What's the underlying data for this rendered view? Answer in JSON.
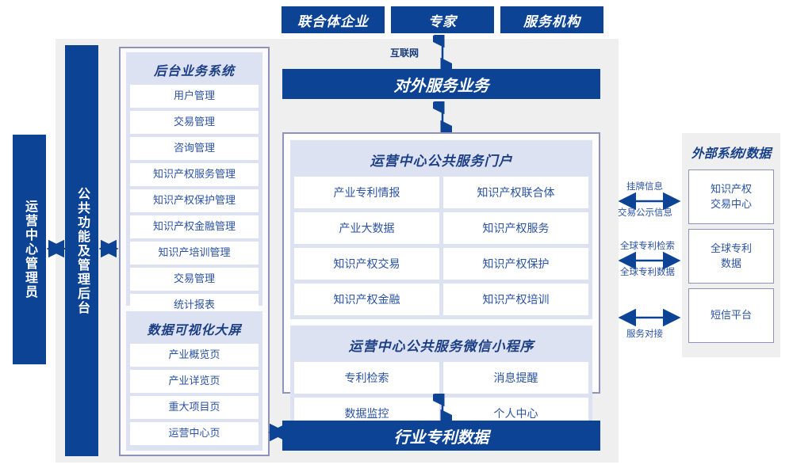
{
  "actors": [
    {
      "label": "联合体企业"
    },
    {
      "label": "专家"
    },
    {
      "label": "服务机构"
    }
  ],
  "connectors": {
    "internet": "互联网",
    "external_links": [
      {
        "above": "挂牌信息",
        "below": "交易公示信息"
      },
      {
        "above": "全球专利检索",
        "below": "全球专利数据"
      },
      {
        "above": "",
        "below": "服务对接"
      }
    ]
  },
  "left": {
    "admin_bar": "运营中心管理员",
    "common_bar": "公共功能及管理后台"
  },
  "backoffice": {
    "title": "后台业务系统",
    "items": [
      "用户管理",
      "交易管理",
      "咨询管理",
      "知识产权服务管理",
      "知识产权保护管理",
      "知识产权金融管理",
      "知识产培训管理",
      "交易管理",
      "统计报表"
    ]
  },
  "dataviz": {
    "title": "数据可视化大屏",
    "items": [
      "产业概览页",
      "产业详览页",
      "重大项目页",
      "运营中心页"
    ]
  },
  "service_bar": "对外服务业务",
  "portal": {
    "title": "运营中心公共服务门户",
    "items": [
      "产业专利情报",
      "知识产权联合体",
      "产业大数据",
      "知识产权服务",
      "知识产权交易",
      "知识产权保护",
      "知识产权金融",
      "知识产权培训"
    ]
  },
  "miniprogram": {
    "title": "运营中心公共服务微信小程序",
    "items": [
      "专利检索",
      "消息提醒",
      "数据监控",
      "个人中心"
    ]
  },
  "bottom_bar": "行业专利数据",
  "external": {
    "title": "外部系统/数据",
    "items": [
      "知识产权\n交易中心",
      "全球专利\n数据",
      "短信平台"
    ]
  },
  "colors": {
    "brand_blue": "#0c4395",
    "panel_lavender": "#dce2f1",
    "page_gray": "#efefef",
    "text_blue": "#2a52a5",
    "border_violet": "#8e93bb"
  }
}
